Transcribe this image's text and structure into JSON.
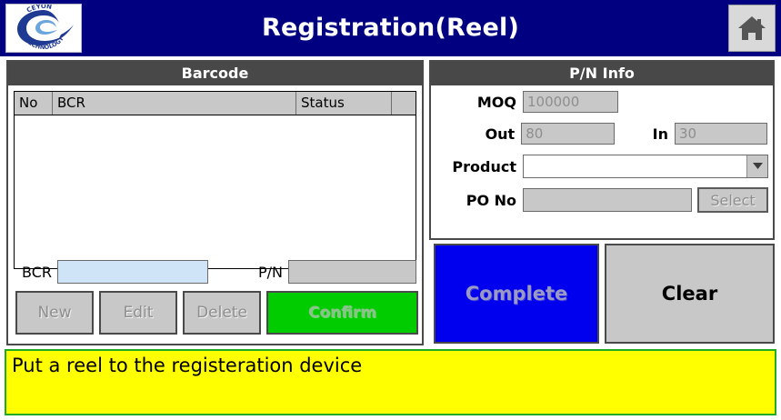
{
  "titlebar": {
    "title": "Registration(Reel)",
    "logo_alt": "ceyon-technology-logo",
    "logo_text_top": "CEYON",
    "logo_text_bottom": "TECHNOLOGY",
    "home_icon": "home-icon",
    "background_color": "#000080"
  },
  "barcode_panel": {
    "header": "Barcode",
    "table": {
      "columns": [
        "No",
        "BCR",
        "Status",
        ""
      ],
      "rows": []
    },
    "bcr_field": {
      "label": "BCR",
      "value": "",
      "placeholder": "",
      "background_color": "#cfe4f7",
      "focused": true
    },
    "pn_field": {
      "label": "P/N",
      "value": "",
      "placeholder": "",
      "background_color": "#c8c8c8",
      "disabled": true
    },
    "buttons": [
      {
        "label": "New",
        "state": "disabled"
      },
      {
        "label": "Edit",
        "state": "disabled"
      },
      {
        "label": "Delete",
        "state": "disabled"
      }
    ],
    "confirm_button": {
      "label": "Confirm",
      "state": "disabled",
      "color": "#00cc00"
    }
  },
  "pn_info_panel": {
    "header": "P/N Info",
    "fields": {
      "moq": {
        "label": "MOQ",
        "value": "100000",
        "disabled": true
      },
      "out": {
        "label": "Out",
        "value": "80",
        "disabled": true
      },
      "in": {
        "label": "In",
        "value": "30",
        "disabled": true
      },
      "product": {
        "label": "Product",
        "value": "",
        "disabled": false,
        "icon": "chevron-down-icon"
      },
      "po_no": {
        "label": "PO No",
        "value": "",
        "disabled": true
      }
    },
    "select_button": {
      "label": "Select",
      "state": "disabled"
    }
  },
  "action_buttons": {
    "complete": {
      "label": "Complete",
      "state": "disabled",
      "color": "#0000ee"
    },
    "clear": {
      "label": "Clear",
      "state": "enabled",
      "color": "#c8c8c8"
    }
  },
  "statusbar": {
    "message": "Put a reel to the registeration device",
    "background_color": "#ffff00",
    "border_color": "#22aa22"
  }
}
